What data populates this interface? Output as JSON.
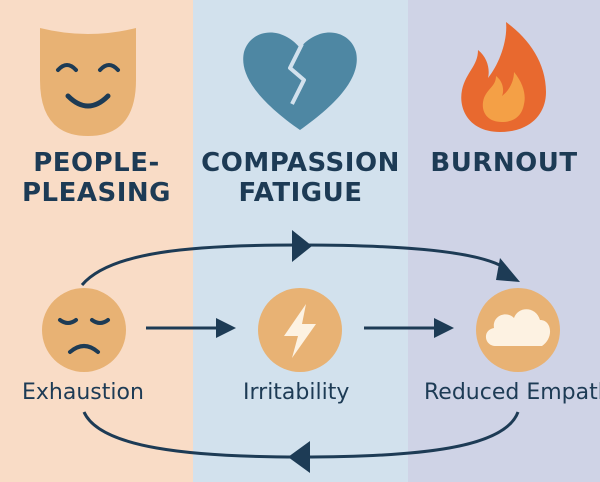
{
  "colors": {
    "col1_bg": "#f9dcc6",
    "col2_bg": "#d2e1ed",
    "col3_bg": "#cfd3e6",
    "dark": "#1d3b55",
    "icon_tan": "#e8b274",
    "heart_blue": "#4e87a3",
    "flame_orange": "#e8692f",
    "flame_inner": "#f4a046"
  },
  "columns": [
    {
      "title_line1": "PEOPLE-",
      "title_line2": "PLEASING",
      "icon": "mask-icon"
    },
    {
      "title_line1": "COMPASSION",
      "title_line2": "FATIGUE",
      "icon": "broken-heart-icon"
    },
    {
      "title_line1": "BURNOUT",
      "title_line2": "",
      "icon": "flame-icon"
    }
  ],
  "cycle": [
    {
      "label": "Exhaustion",
      "icon": "sad-face-icon"
    },
    {
      "label": "Irritability",
      "icon": "lightning-icon"
    },
    {
      "label": "Reduced Empathy",
      "icon": "cloud-icon"
    }
  ]
}
